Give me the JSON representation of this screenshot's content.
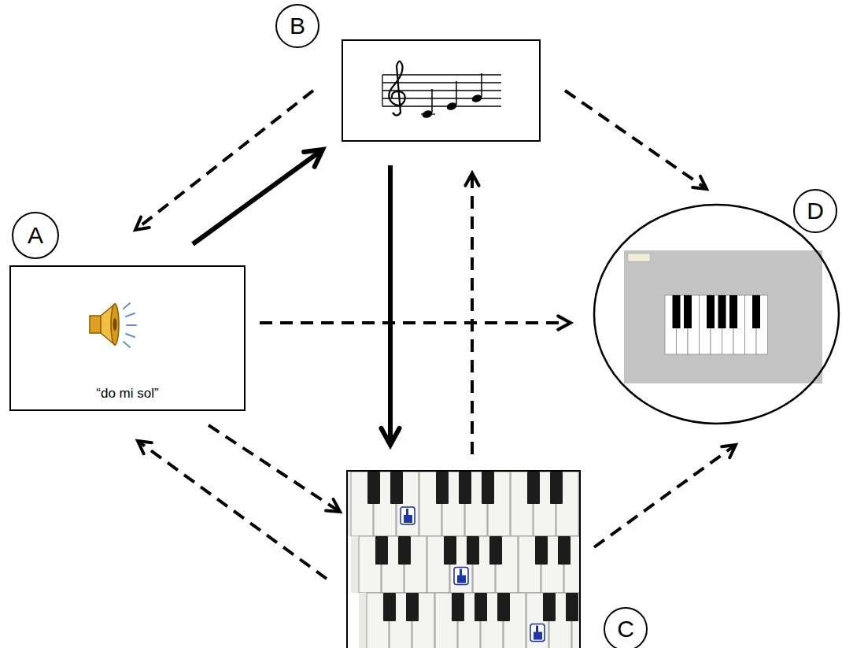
{
  "diagram": {
    "nodes": [
      {
        "text": [
          "A",
          "“do mi sol”"
        ]
      },
      {
        "text": [
          "B"
        ]
      },
      {
        "text": [
          "C"
        ]
      },
      {
        "text": [
          "D"
        ]
      }
    ],
    "edges": [
      {
        "from": 1,
        "to": 0,
        "arrow": "to"
      },
      {
        "from": 0,
        "to": 1,
        "arrow": "to"
      },
      {
        "from": 1,
        "to": 2,
        "arrow": "to"
      },
      {
        "from": 1,
        "to": 3,
        "arrow": "to"
      },
      {
        "from": 0,
        "to": 3,
        "arrow": "to"
      },
      {
        "from": 0,
        "to": 2,
        "arrow": "to"
      },
      {
        "from": 2,
        "to": 0,
        "arrow": "to"
      },
      {
        "from": 2,
        "to": 1,
        "arrow": "to"
      },
      {
        "from": 2,
        "to": 3,
        "arrow": "to"
      }
    ]
  }
}
